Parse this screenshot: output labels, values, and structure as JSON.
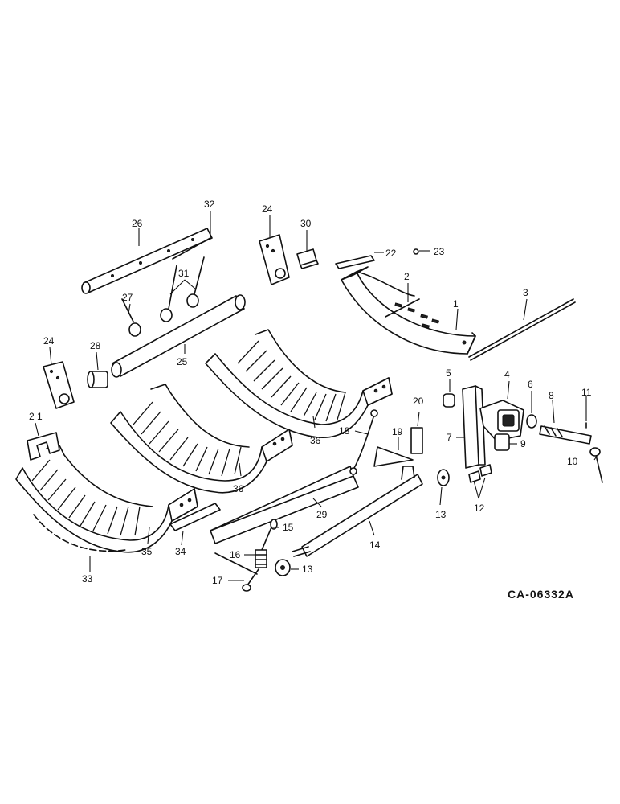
{
  "diagram": {
    "reference_code": "CA-06332A",
    "callouts": [
      "1",
      "2",
      "3",
      "4",
      "5",
      "6",
      "7",
      "8",
      "9",
      "10",
      "11",
      "12",
      "13",
      "13",
      "14",
      "15",
      "16",
      "17",
      "18",
      "19",
      "20",
      "2 1",
      "22",
      "23",
      "24",
      "24",
      "25",
      "26",
      "27",
      "28",
      "29",
      "30",
      "31",
      "32",
      "33",
      "34",
      "35",
      "36",
      "36"
    ]
  }
}
